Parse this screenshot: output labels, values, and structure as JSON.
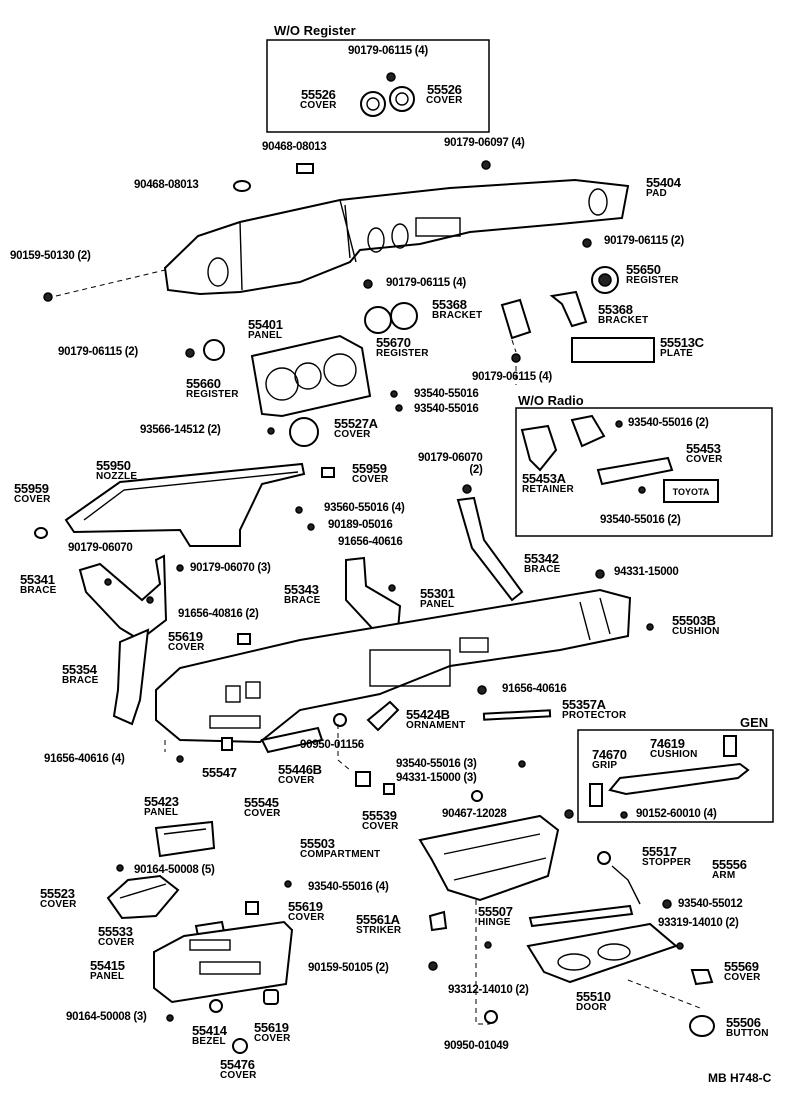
{
  "headers": {
    "wo_register": "W/O Register",
    "wo_radio": "W/O Radio",
    "gen": "GEN"
  },
  "footer": {
    "ref": "MB  H748-C"
  },
  "parts": [
    {
      "id": "p1",
      "lines": [
        "90179-06115 (4)"
      ]
    },
    {
      "id": "p2",
      "lines": [
        "55526",
        "COVER"
      ]
    },
    {
      "id": "p3",
      "lines": [
        "55526",
        "COVER"
      ]
    },
    {
      "id": "p4",
      "lines": [
        "90468-08013"
      ]
    },
    {
      "id": "p5",
      "lines": [
        "90179-06097 (4)"
      ]
    },
    {
      "id": "p6",
      "lines": [
        "90468-08013"
      ]
    },
    {
      "id": "p7",
      "lines": [
        "55404",
        "PAD"
      ]
    },
    {
      "id": "p8",
      "lines": [
        "90159-50130 (2)"
      ]
    },
    {
      "id": "p9",
      "lines": [
        "90179-06115 (2)"
      ]
    },
    {
      "id": "p10",
      "lines": [
        "55650",
        "REGISTER"
      ]
    },
    {
      "id": "p11",
      "lines": [
        "90179-06115 (4)"
      ]
    },
    {
      "id": "p12",
      "lines": [
        "55368",
        "BRACKET"
      ]
    },
    {
      "id": "p13",
      "lines": [
        "55368",
        "BRACKET"
      ]
    },
    {
      "id": "p14",
      "lines": [
        "55401",
        "PANEL"
      ]
    },
    {
      "id": "p15",
      "lines": [
        "55670",
        "REGISTER"
      ]
    },
    {
      "id": "p16",
      "lines": [
        "55513C",
        "PLATE"
      ]
    },
    {
      "id": "p17",
      "lines": [
        "90179-06115 (2)"
      ]
    },
    {
      "id": "p18",
      "lines": [
        "90179-06115 (4)"
      ]
    },
    {
      "id": "p19",
      "lines": [
        "55660",
        "REGISTER"
      ]
    },
    {
      "id": "p20",
      "lines": [
        "93540-55016"
      ]
    },
    {
      "id": "p21",
      "lines": [
        "93540-55016"
      ]
    },
    {
      "id": "p22",
      "lines": [
        "93566-14512 (2)"
      ]
    },
    {
      "id": "p23",
      "lines": [
        "55527A",
        "COVER"
      ]
    },
    {
      "id": "p24",
      "lines": [
        "93540-55016 (2)"
      ]
    },
    {
      "id": "p25",
      "lines": [
        "55453",
        "COVER"
      ]
    },
    {
      "id": "p26",
      "lines": [
        "55453A",
        "RETAINER"
      ]
    },
    {
      "id": "p27",
      "lines": [
        "93540-55016 (2)"
      ]
    },
    {
      "id": "p28",
      "lines": [
        "55950",
        "NOZZLE"
      ]
    },
    {
      "id": "p29",
      "lines": [
        "55959",
        "COVER"
      ]
    },
    {
      "id": "p30",
      "lines": [
        "55959",
        "COVER"
      ]
    },
    {
      "id": "p31",
      "lines": [
        "90179-06070",
        "(2)"
      ]
    },
    {
      "id": "p32",
      "lines": [
        "93560-55016 (4)"
      ]
    },
    {
      "id": "p33",
      "lines": [
        "90189-05016"
      ]
    },
    {
      "id": "p34",
      "lines": [
        "91656-40616"
      ]
    },
    {
      "id": "p35",
      "lines": [
        "90179-06070"
      ]
    },
    {
      "id": "p36",
      "lines": [
        "90179-06070 (3)"
      ]
    },
    {
      "id": "p37",
      "lines": [
        "55342",
        "BRACE"
      ]
    },
    {
      "id": "p38",
      "lines": [
        "94331-15000"
      ]
    },
    {
      "id": "p39",
      "lines": [
        "55341",
        "BRACE"
      ]
    },
    {
      "id": "p40",
      "lines": [
        "55343",
        "BRACE"
      ]
    },
    {
      "id": "p41",
      "lines": [
        "55301",
        "PANEL"
      ]
    },
    {
      "id": "p42",
      "lines": [
        "91656-40816 (2)"
      ]
    },
    {
      "id": "p43",
      "lines": [
        "55503B",
        "CUSHION"
      ]
    },
    {
      "id": "p44",
      "lines": [
        "55619",
        "COVER"
      ]
    },
    {
      "id": "p45",
      "lines": [
        "55354",
        "BRACE"
      ]
    },
    {
      "id": "p46",
      "lines": [
        "91656-40616"
      ]
    },
    {
      "id": "p47",
      "lines": [
        "55357A",
        "PROTECTOR"
      ]
    },
    {
      "id": "p48",
      "lines": [
        "55424B",
        "ORNAMENT"
      ]
    },
    {
      "id": "p49",
      "lines": [
        "90950-01156"
      ]
    },
    {
      "id": "p50",
      "lines": [
        "91656-40616 (4)"
      ]
    },
    {
      "id": "p51",
      "lines": [
        "55547"
      ]
    },
    {
      "id": "p52",
      "lines": [
        "55446B",
        "COVER"
      ]
    },
    {
      "id": "p53",
      "lines": [
        "93540-55016 (3)"
      ]
    },
    {
      "id": "p54",
      "lines": [
        "94331-15000 (3)"
      ]
    },
    {
      "id": "p55",
      "lines": [
        "74619",
        "CUSHION"
      ]
    },
    {
      "id": "p56",
      "lines": [
        "74670",
        "GRIP"
      ]
    },
    {
      "id": "p57",
      "lines": [
        "55545",
        "COVER"
      ]
    },
    {
      "id": "p58",
      "lines": [
        "55539",
        "COVER"
      ]
    },
    {
      "id": "p59",
      "lines": [
        "90467-12028"
      ]
    },
    {
      "id": "p60",
      "lines": [
        "90152-60010 (4)"
      ]
    },
    {
      "id": "p61",
      "lines": [
        "55423",
        "PANEL"
      ]
    },
    {
      "id": "p62",
      "lines": [
        "55503",
        "COMPARTMENT"
      ]
    },
    {
      "id": "p63",
      "lines": [
        "55517",
        "STOPPER"
      ]
    },
    {
      "id": "p64",
      "lines": [
        "55556",
        "ARM"
      ]
    },
    {
      "id": "p65",
      "lines": [
        "90164-50008 (5)"
      ]
    },
    {
      "id": "p66",
      "lines": [
        "55523",
        "COVER"
      ]
    },
    {
      "id": "p67",
      "lines": [
        "93540-55016 (4)"
      ]
    },
    {
      "id": "p68",
      "lines": [
        "55619",
        "COVER"
      ]
    },
    {
      "id": "p69",
      "lines": [
        "55533",
        "COVER"
      ]
    },
    {
      "id": "p70",
      "lines": [
        "55561A",
        "STRIKER"
      ]
    },
    {
      "id": "p71",
      "lines": [
        "55507",
        "HINGE"
      ]
    },
    {
      "id": "p72",
      "lines": [
        "93540-55012"
      ]
    },
    {
      "id": "p73",
      "lines": [
        "93319-14010 (2)"
      ]
    },
    {
      "id": "p74",
      "lines": [
        "55415",
        "PANEL"
      ]
    },
    {
      "id": "p75",
      "lines": [
        "90159-50105 (2)"
      ]
    },
    {
      "id": "p76",
      "lines": [
        "55569",
        "COVER"
      ]
    },
    {
      "id": "p77",
      "lines": [
        "93312-14010 (2)"
      ]
    },
    {
      "id": "p78",
      "lines": [
        "55510",
        "DOOR"
      ]
    },
    {
      "id": "p79",
      "lines": [
        "90164-50008 (3)"
      ]
    },
    {
      "id": "p80",
      "lines": [
        "55414",
        "BEZEL"
      ]
    },
    {
      "id": "p81",
      "lines": [
        "55619",
        "COVER"
      ]
    },
    {
      "id": "p82",
      "lines": [
        "55506",
        "BUTTON"
      ]
    },
    {
      "id": "p83",
      "lines": [
        "90950-01049"
      ]
    },
    {
      "id": "p84",
      "lines": [
        "55476",
        "COVER"
      ]
    }
  ]
}
